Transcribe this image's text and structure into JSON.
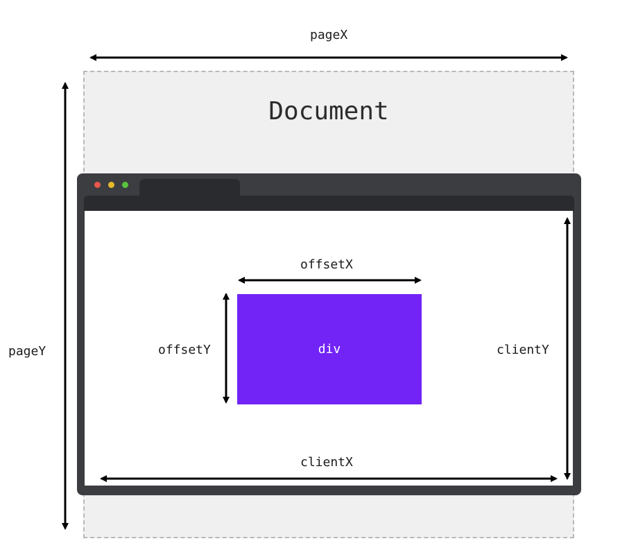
{
  "diagram": {
    "document_title": "Document",
    "div_label": "div",
    "labels": {
      "pageX": "pageX",
      "pageY": "pageY",
      "offsetX": "offsetX",
      "offsetY": "offsetY",
      "clientX": "clientX",
      "clientY": "clientY"
    }
  },
  "colors": {
    "document_background": "#f0f0f0",
    "document_border": "#b9b9b9",
    "browser_frame": "#3c3d40",
    "browser_tab": "#2a2b2e",
    "div_fill": "#7124f5",
    "arrow": "#000000",
    "dot_red": "#e9574e",
    "dot_yellow": "#e6b92b",
    "dot_green": "#5ac33f"
  }
}
